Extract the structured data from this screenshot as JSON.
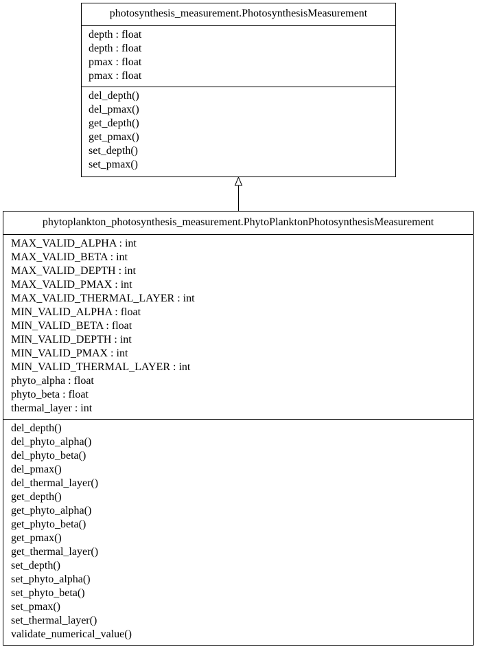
{
  "classes": [
    {
      "name": "photosynthesis_measurement.PhotosynthesisMeasurement",
      "attributes": [
        "depth : float",
        "depth : float",
        "pmax : float",
        "pmax : float"
      ],
      "methods": [
        "del_depth()",
        "del_pmax()",
        "get_depth()",
        "get_pmax()",
        "set_depth()",
        "set_pmax()"
      ]
    },
    {
      "name": "phytoplankton_photosynthesis_measurement.PhytoPlanktonPhotosynthesisMeasurement",
      "attributes": [
        "MAX_VALID_ALPHA : int",
        "MAX_VALID_BETA : int",
        "MAX_VALID_DEPTH : int",
        "MAX_VALID_PMAX : int",
        "MAX_VALID_THERMAL_LAYER : int",
        "MIN_VALID_ALPHA : float",
        "MIN_VALID_BETA : float",
        "MIN_VALID_DEPTH : int",
        "MIN_VALID_PMAX : int",
        "MIN_VALID_THERMAL_LAYER : int",
        "phyto_alpha : float",
        "phyto_beta : float",
        "thermal_layer : int"
      ],
      "methods": [
        "del_depth()",
        "del_phyto_alpha()",
        "del_phyto_beta()",
        "del_pmax()",
        "del_thermal_layer()",
        "get_depth()",
        "get_phyto_alpha()",
        "get_phyto_beta()",
        "get_pmax()",
        "get_thermal_layer()",
        "set_depth()",
        "set_phyto_alpha()",
        "set_phyto_beta()",
        "set_pmax()",
        "set_thermal_layer()",
        "validate_numerical_value()"
      ]
    }
  ],
  "relations": [
    {
      "type": "inheritance",
      "from": "phytoplankton_photosynthesis_measurement.PhytoPlanktonPhotosynthesisMeasurement",
      "to": "photosynthesis_measurement.PhotosynthesisMeasurement"
    }
  ]
}
